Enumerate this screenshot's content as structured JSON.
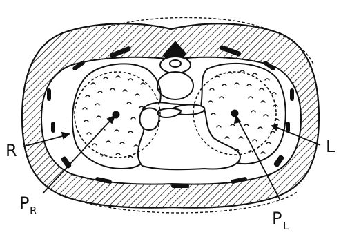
{
  "figure": {
    "labels": {
      "right_lung": "R",
      "left_lung": "L",
      "right_point_main": "P",
      "right_point_sub": "R",
      "left_point_main": "P",
      "left_point_sub": "L"
    },
    "colors": {
      "ink": "#111111",
      "background": "#ffffff"
    }
  }
}
